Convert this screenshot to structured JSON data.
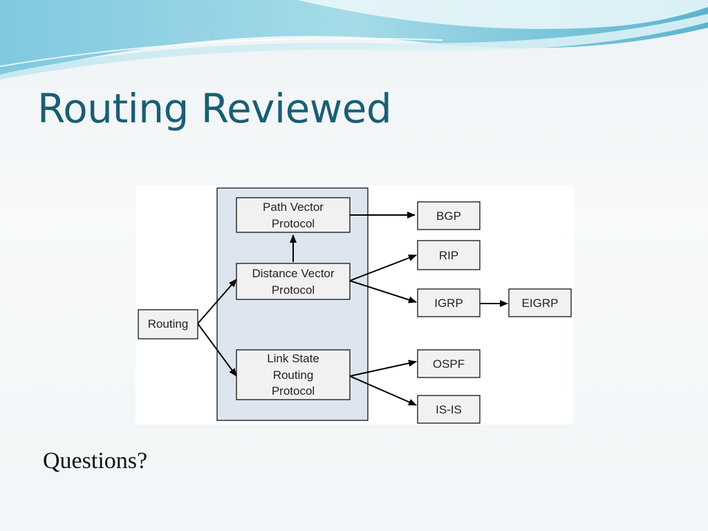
{
  "slide": {
    "title": "Routing Reviewed",
    "body_text": "Questions?"
  },
  "diagram": {
    "nodes": {
      "routing": "Routing",
      "path_vector": [
        "Path Vector",
        "Protocol"
      ],
      "distance_vector": [
        "Distance Vector",
        "Protocol"
      ],
      "link_state": [
        "Link State",
        "Routing",
        "Protocol"
      ],
      "bgp": "BGP",
      "rip": "RIP",
      "igrp": "IGRP",
      "eigrp": "EIGRP",
      "ospf": "OSPF",
      "isis": "IS-IS"
    },
    "edges": [
      [
        "routing",
        "distance_vector"
      ],
      [
        "routing",
        "link_state"
      ],
      [
        "distance_vector",
        "path_vector"
      ],
      [
        "path_vector",
        "bgp"
      ],
      [
        "distance_vector",
        "rip"
      ],
      [
        "distance_vector",
        "igrp"
      ],
      [
        "igrp",
        "eigrp"
      ],
      [
        "link_state",
        "ospf"
      ],
      [
        "link_state",
        "isis"
      ]
    ],
    "colors": {
      "group_fill": "#dde5ef",
      "box_fill": "#f1f1f1",
      "stroke": "#000000"
    }
  }
}
